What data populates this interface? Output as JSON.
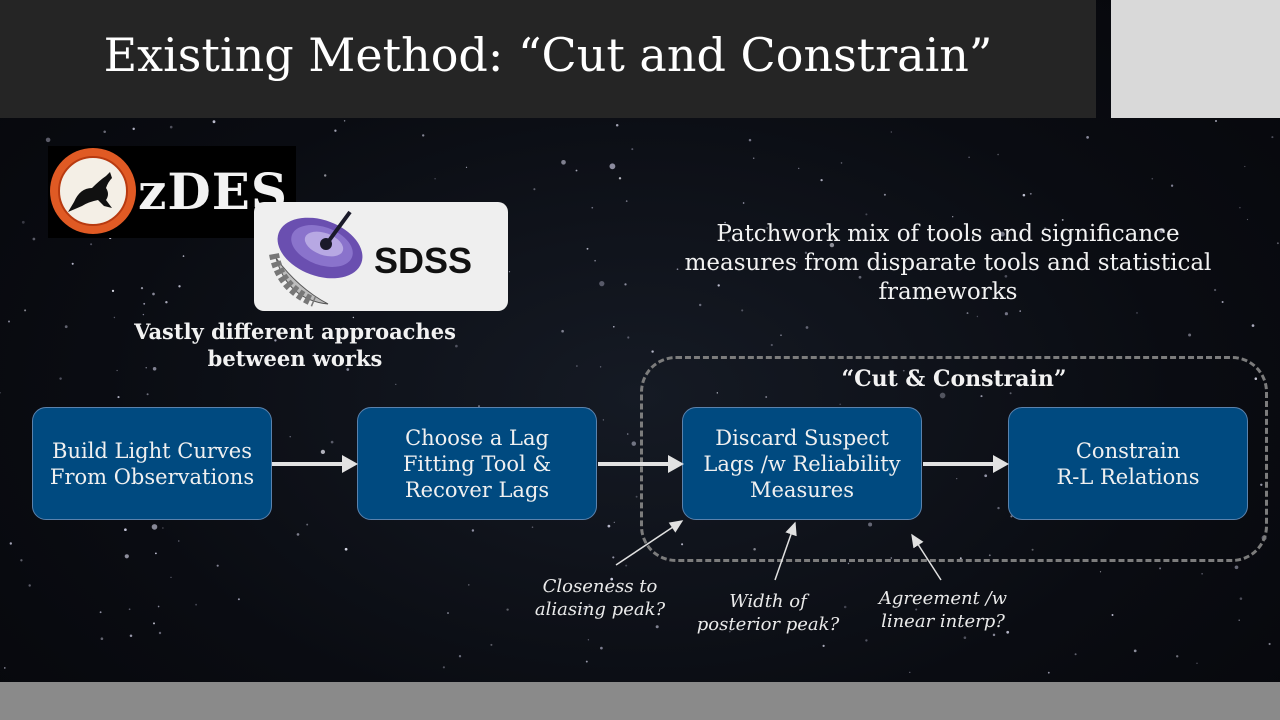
{
  "slide": {
    "title": "Existing Method: “Cut and Constrain”"
  },
  "logos": {
    "ozdes": {
      "text": "zDES"
    },
    "sdss": {
      "text": "SDSS"
    }
  },
  "notes": {
    "approaches": "Vastly different approaches\nbetween works",
    "patchwork": "Patchwork mix of tools and significance\nmeasures from disparate tools and statistical\nframeworks"
  },
  "group": {
    "label": "“Cut & Constrain”"
  },
  "steps": [
    {
      "label": "Build Light Curves\nFrom Observations"
    },
    {
      "label": "Choose a Lag\nFitting Tool &\nRecover Lags"
    },
    {
      "label": "Discard Suspect\nLags /w Reliability\nMeasures"
    },
    {
      "label": "Constrain\nR-L Relations"
    }
  ],
  "questions": [
    {
      "text": "Closeness to\naliasing peak?"
    },
    {
      "text": "Width of\nposterior peak?"
    },
    {
      "text": "Agreement /w\nlinear interp?"
    }
  ],
  "colors": {
    "title_bar": "#252525",
    "step_fill": "#004a80",
    "arrow": "#e2e2e2",
    "dashed_border": "#7c7c7c",
    "ozdes_orange": "#e05a24"
  }
}
